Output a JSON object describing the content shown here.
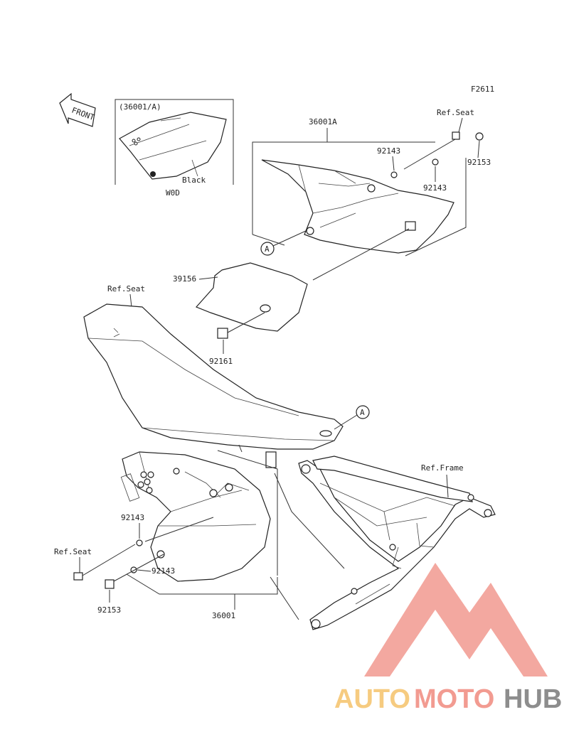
{
  "figure_code": "F2611",
  "front_label": "FRONT",
  "callout_letter": "A",
  "inset": {
    "part_ref": "(36001/A)",
    "color_label": "Black",
    "model_code": "W0D"
  },
  "labels": {
    "cover_left": "36001",
    "cover_right": "36001A",
    "pad": "39156",
    "damper": "92161",
    "grommet": "92143",
    "bolt": "92153",
    "ref_seat": "Ref.Seat",
    "ref_frame": "Ref.Frame"
  },
  "watermark": {
    "part1": "AUTO",
    "part2": "MOTO",
    "part3": "HUB",
    "colors": {
      "auto": "#f5c26b",
      "moto": "#f08a7e",
      "hub": "#7a7a7a",
      "triangle": "#f29a90"
    }
  }
}
